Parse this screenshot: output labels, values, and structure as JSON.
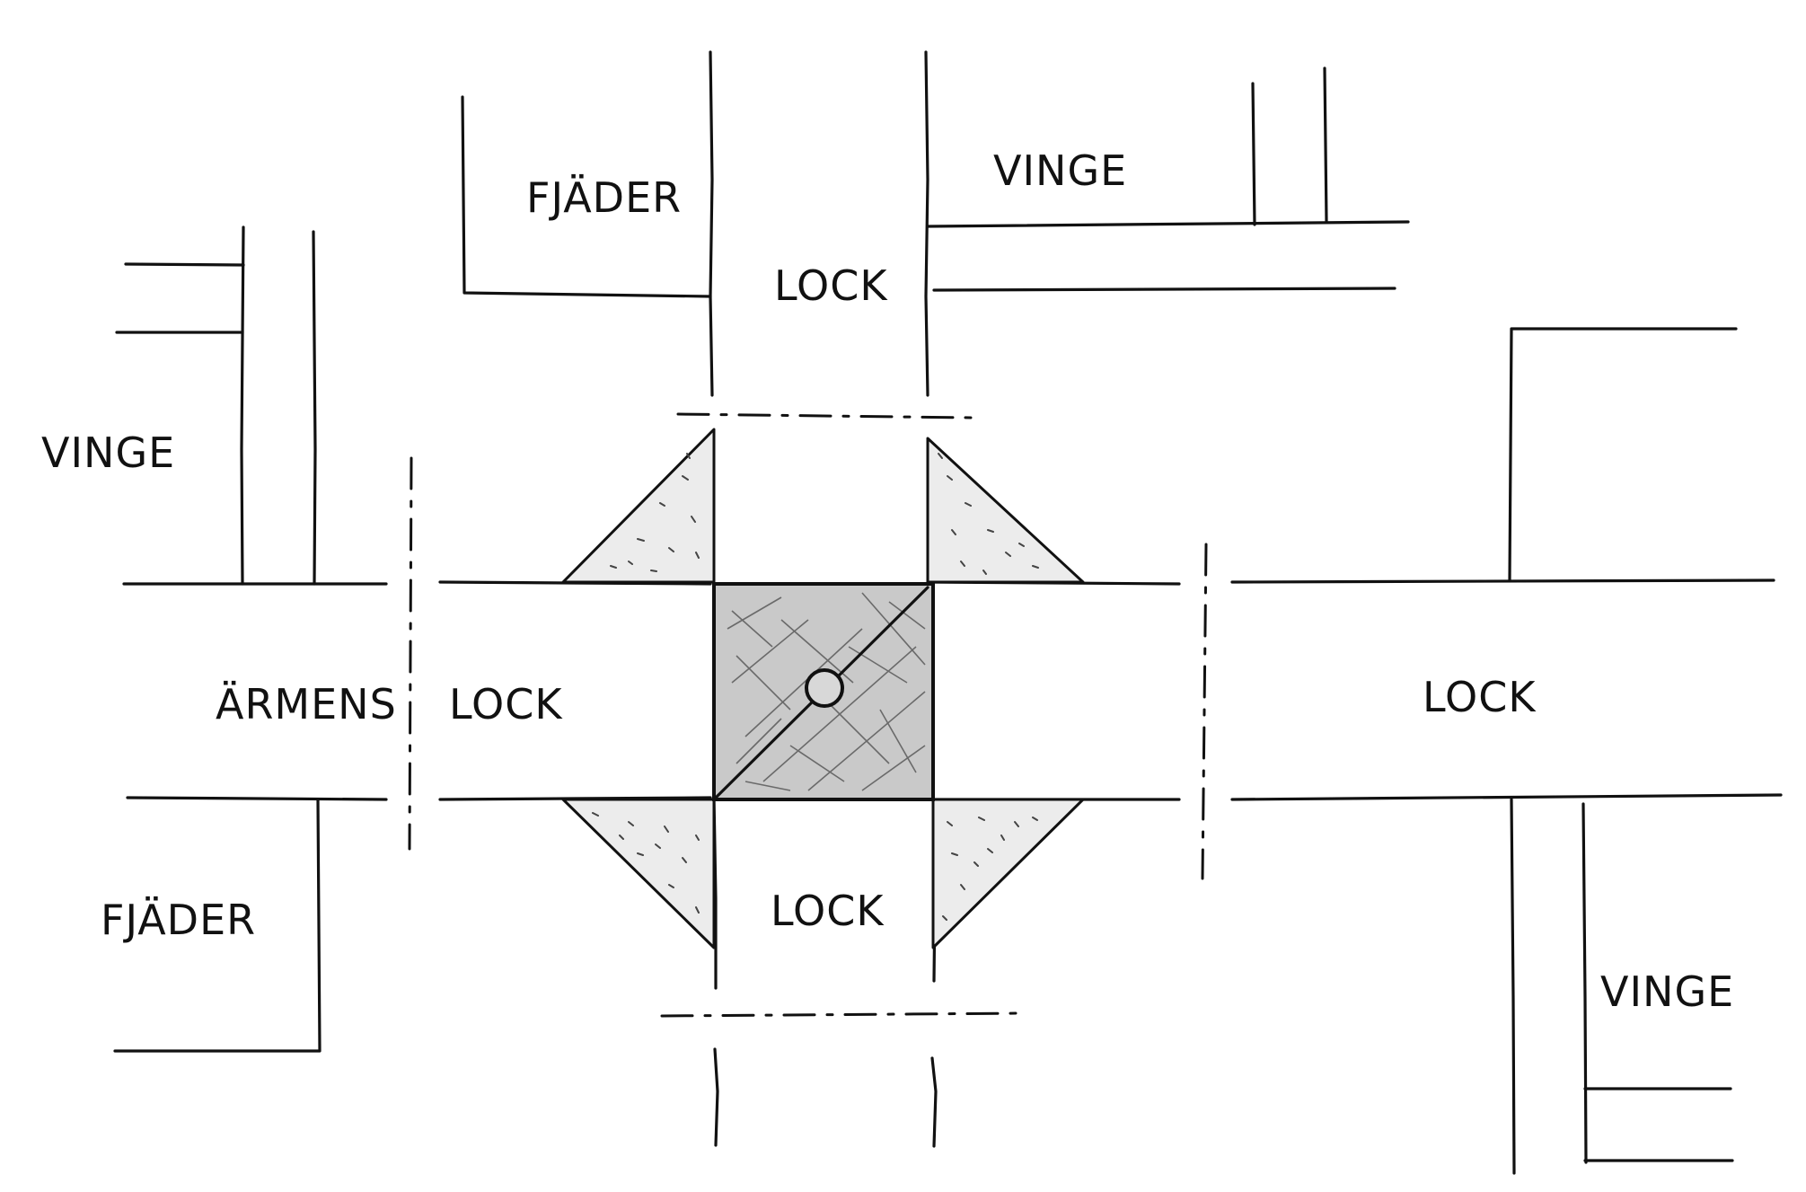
{
  "labels": {
    "fjader_top": "FJÄDER",
    "vinge_top": "VINGE",
    "lock_top": "LOCK",
    "vinge_left": "VINGE",
    "armens": "ÄRMENS",
    "lock_left": "LOCK",
    "lock_right": "LOCK",
    "fjader_bottom": "FJÄDER",
    "lock_bottom": "LOCK",
    "vinge_bottom_right": "VINGE"
  }
}
